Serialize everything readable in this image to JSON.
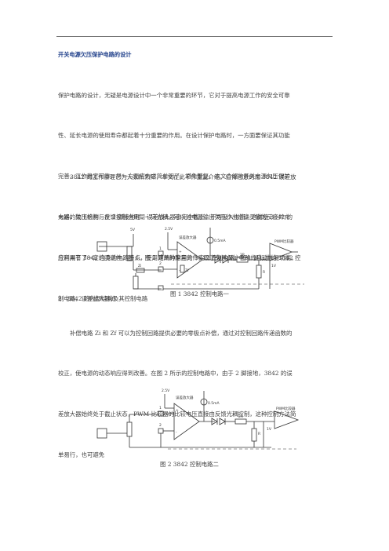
{
  "doc": {
    "title": "开关电源欠压保护电路的设计",
    "para1_lines": [
      "保护电路的设计，无疑是电源设计中一个非常重要的环节，它对于提高电源工作的安全可靠",
      "性、延长电源的使用寿命都起着十分重要的作用。在设计保护电路时，一方面要保证其功能",
      "完善，工作稳定可靠；另一方面应力求简单明了，避免繁复。本文介绍的开关电源欠压保护",
      "电路，欠压检测与反馈控制合用同一只光耦，可以对电源输出欠压作出准确灵敏的反应并充",
      "分利用了 3842 自身的电路特点，使用简单的阻容元件实现了欠压保护电路的自动恢复功能。",
      "2   3842 的内部结构及其控制电路"
    ],
    "para2_lines": [
      "3842 的工作原理已为大家所熟知，本文在此不作重复介绍。值得注意的是 3842 误差放",
      "大器的输出结构，在 2 脚接地时，误差放大器会完全截止，不再吸入电流，这就使 3842 的",
      "应用具有了一定的灵活性。图 1、图 2 是两种常用的 3842 控制电路。图 1 是标准的 3842 控",
      "制电路，误差放大器的"
    ],
    "fig1_caption": "图 1   3842 控制电路一",
    "para3_lines": [
      "补偿电路 Zi 和 Zf 可以为控制回路提供必要的零极点补偿，通过对控制回路传递函数的",
      "校正，使电源的动态响应得到改善。在图 2 所示的控制电路中，由于 2 脚接地，3842 的误",
      "差放大器始终处于截止状态，PWM 比较器的比较电压直接由反馈光耦控制，这种控制方法简",
      "单易行，也可避免"
    ],
    "fig2_caption": "图 2   3842 控制电路二"
  },
  "fig1": {
    "label_5v": "5V",
    "label_25v": "2.5V",
    "label_ea": "误差放大器",
    "label_1ma": "0.5mA",
    "label_zi": "Zi",
    "label_zf": "Zf",
    "label_2r": "2R",
    "label_r": "R",
    "label_1v": "1V",
    "label_pwm": "PWM比较器",
    "pin2": "2",
    "pin1": "1",
    "label_plus": "+",
    "label_minus": "-"
  },
  "fig2": {
    "label_25v": "2.5V",
    "label_ea": "误差放大器",
    "label_1ma": "0.5mA",
    "label_2r": "2R",
    "label_r": "R",
    "label_1v": "1V",
    "label_pwm": "PWM比较器",
    "pin2": "2",
    "pin1": "1",
    "label_plus": "+",
    "label_minus": "-"
  }
}
